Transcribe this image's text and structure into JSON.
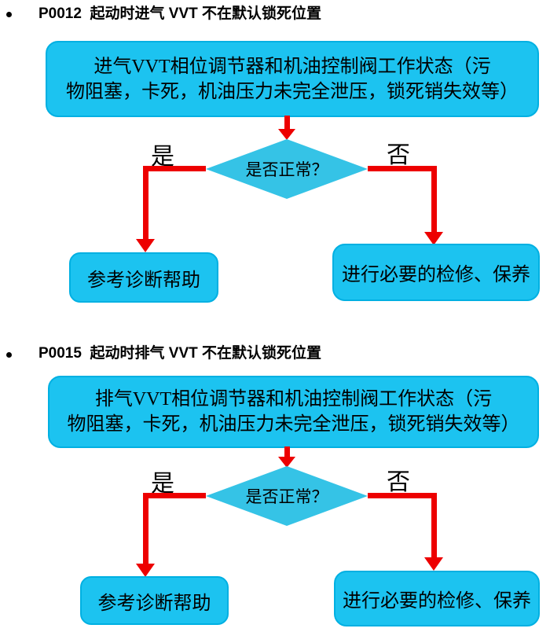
{
  "colors": {
    "page_bg": "#ffffff",
    "shape_fill": "#1cc3f0",
    "shape_border": "#00b0e2",
    "diamond_fill": "#35c3e6",
    "arrow_red": "#ed0000",
    "text": "#000000"
  },
  "sections": [
    {
      "bullet": "•",
      "heading": "P0012  起动时进气 VVT 不在默认锁死位置",
      "condition_line1": "进气VVT相位调节器和机油控制阀工作状态（污",
      "condition_line2": "物阻塞，卡死，机油压力未完全泄压，锁死销失效等）",
      "decision_label": "是否正常？",
      "yes_label": "是",
      "no_label": "否",
      "yes_result": "参考诊断帮助",
      "no_result": "进行必要的检修、保养"
    },
    {
      "bullet": "•",
      "heading": "P0015  起动时排气 VVT 不在默认锁死位置",
      "condition_line1": "排气VVT相位调节器和机油控制阀工作状态（污",
      "condition_line2": "物阻塞，卡死，机油压力未完全泄压，锁死销失效等）",
      "decision_label": "是否正常？",
      "yes_label": "是",
      "no_label": "否",
      "yes_result": "参考诊断帮助",
      "no_result": "进行必要的检修、保养"
    }
  ]
}
